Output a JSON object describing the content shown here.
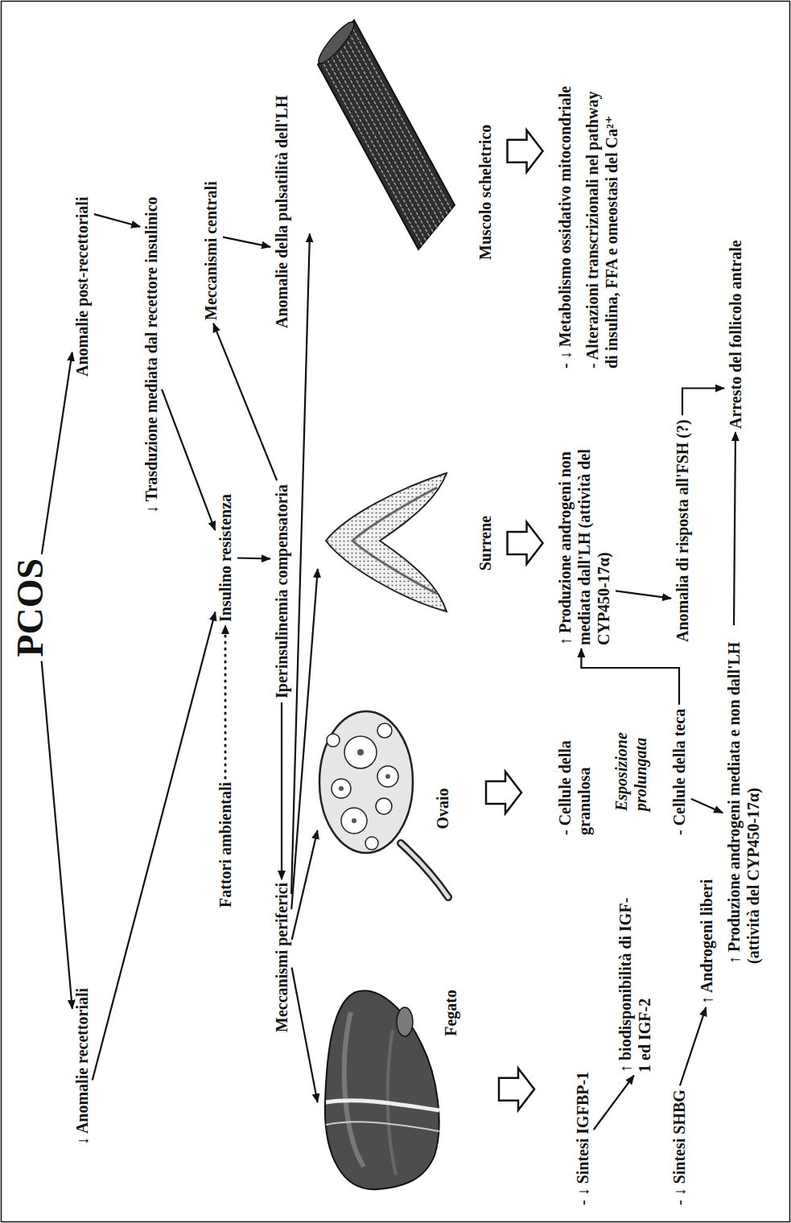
{
  "diagram": {
    "nodes": [
      {
        "text": [
          "PCOS"
        ]
      },
      {
        "text": [
          "↓ Anomalie recettoriali"
        ]
      },
      {
        "text": [
          "Anomalie post-recettoriali"
        ]
      },
      {
        "text": [
          "↓ Trasduzione mediata dal recettore insulinico"
        ]
      },
      {
        "text": [
          "Fattori ambientali"
        ]
      },
      {
        "text": [
          "Insulino resistenza"
        ]
      },
      {
        "text": [
          "Meccanismi centrali"
        ]
      },
      {
        "text": [
          "Meccanismi periferici"
        ]
      },
      {
        "text": [
          "Iperinsulinemia compensatoria"
        ]
      },
      {
        "text": [
          "Anomalie della pulsatilità dell'LH"
        ]
      },
      {
        "text": [
          "Fegato"
        ]
      },
      {
        "text": [
          "Ovaio"
        ]
      },
      {
        "text": [
          "Surrene"
        ]
      },
      {
        "text": [
          "Muscolo scheletrico"
        ]
      },
      {
        "text": [
          "- ↓ Sintesi IGFBP-1"
        ]
      },
      {
        "text": [
          "↑ biodisponibilità di IGF-1 ed IGF-2"
        ]
      },
      {
        "text": [
          "- Cellule della granulosa"
        ]
      },
      {
        "text": [
          "↑ Produzione androgeni non mediata dall'LH (attività del CYP450-17α)"
        ]
      },
      {
        "text": [
          "- ↓ Metabolismo ossidativo mitocondriale",
          "- Alterazioni transcrizionali nel pathway di insulina, FFA e omeostasi del Ca²⁺"
        ]
      },
      {
        "text": [
          "- Cellule della teca"
        ]
      },
      {
        "text": [
          "- ↓ Sintesi SHBG"
        ]
      },
      {
        "text": [
          "↑ Androgeni liberi"
        ]
      },
      {
        "text": [
          "Anomalia di risposta all'FSH (?)"
        ]
      },
      {
        "text": [
          "↑ Produzione androgeni mediata e non dall'LH (attività del CYP450-17α)"
        ]
      },
      {
        "text": [
          "Arresto del follicolo antrale"
        ]
      }
    ],
    "edges": [
      {
        "from": 0,
        "to": 1,
        "arrow": "to"
      },
      {
        "from": 0,
        "to": 2,
        "arrow": "to"
      },
      {
        "from": 2,
        "to": 3,
        "arrow": "to"
      },
      {
        "from": 3,
        "to": 5,
        "arrow": "to"
      },
      {
        "from": 1,
        "to": 5,
        "arrow": "to"
      },
      {
        "from": 4,
        "to": 5,
        "arrow": "to"
      },
      {
        "from": 5,
        "to": 8,
        "arrow": "to"
      },
      {
        "from": 8,
        "to": 7,
        "arrow": "to"
      },
      {
        "from": 8,
        "to": 6,
        "arrow": "to"
      },
      {
        "from": 6,
        "to": 9,
        "arrow": "to"
      },
      {
        "from": 7,
        "to": 10,
        "arrow": "to"
      },
      {
        "from": 7,
        "to": 11,
        "arrow": "to"
      },
      {
        "from": 7,
        "to": 12,
        "arrow": "to"
      },
      {
        "from": 7,
        "to": 13,
        "arrow": "to"
      },
      {
        "from": 10,
        "to": 14,
        "arrow": "to"
      },
      {
        "from": 11,
        "to": 16,
        "arrow": "to"
      },
      {
        "from": 12,
        "to": 17,
        "arrow": "to"
      },
      {
        "from": 13,
        "to": 18,
        "arrow": "to"
      },
      {
        "from": 14,
        "to": 15,
        "arrow": "to"
      },
      {
        "from": 20,
        "to": 21,
        "arrow": "to"
      },
      {
        "from": 19,
        "to": 17,
        "arrow": "to"
      },
      {
        "from": 19,
        "to": 23,
        "arrow": "to"
      },
      {
        "from": 17,
        "to": 22,
        "arrow": "to"
      },
      {
        "from": 22,
        "to": 24,
        "arrow": "to"
      },
      {
        "from": 23,
        "to": 24,
        "arrow": "to"
      }
    ],
    "labels": [
      "Esposizione prolungata"
    ]
  }
}
